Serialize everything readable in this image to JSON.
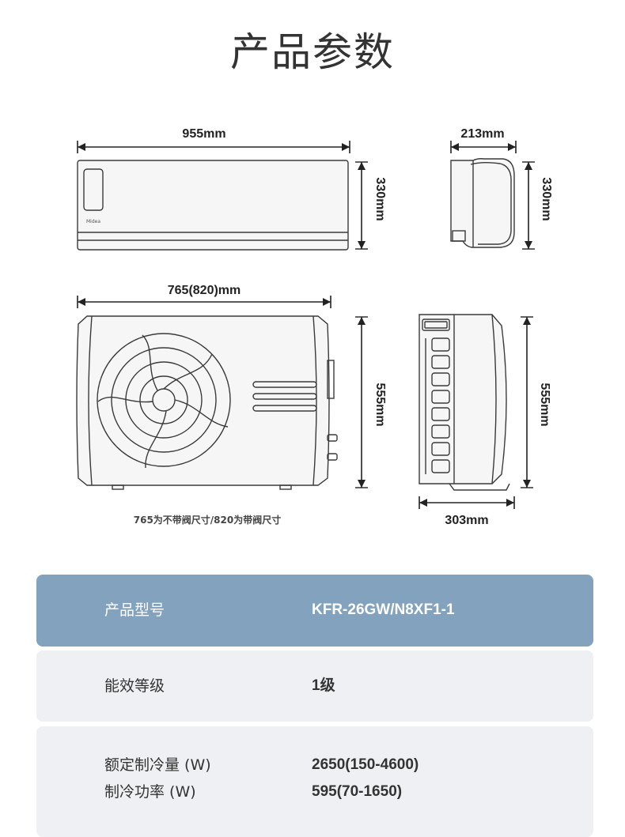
{
  "title": "产品参数",
  "indoor": {
    "width_label": "955mm",
    "height_label": "330mm",
    "depth_label": "213mm",
    "side_height_label": "330mm",
    "brand_mark": "Midea"
  },
  "outdoor": {
    "width_label": "765(820)mm",
    "height_label": "555mm",
    "side_height_label": "555mm",
    "depth_label": "303mm",
    "note": "765为不带阀尺寸/820为带阀尺寸"
  },
  "specs": {
    "rows": [
      {
        "labels": [
          "产品型号"
        ],
        "values": [
          "KFR-26GW/N8XF1-1"
        ]
      },
      {
        "labels": [
          "能效等级"
        ],
        "values": [
          "1级"
        ]
      },
      {
        "labels": [
          "额定制冷量 (W)",
          "制冷功率 (W)"
        ],
        "values": [
          "2650(150-4600)",
          "595(70-1650)"
        ]
      }
    ]
  },
  "colors": {
    "header_row": "#82a2be",
    "row_bg": "#eef0f3",
    "line": "#3a3a3a"
  }
}
